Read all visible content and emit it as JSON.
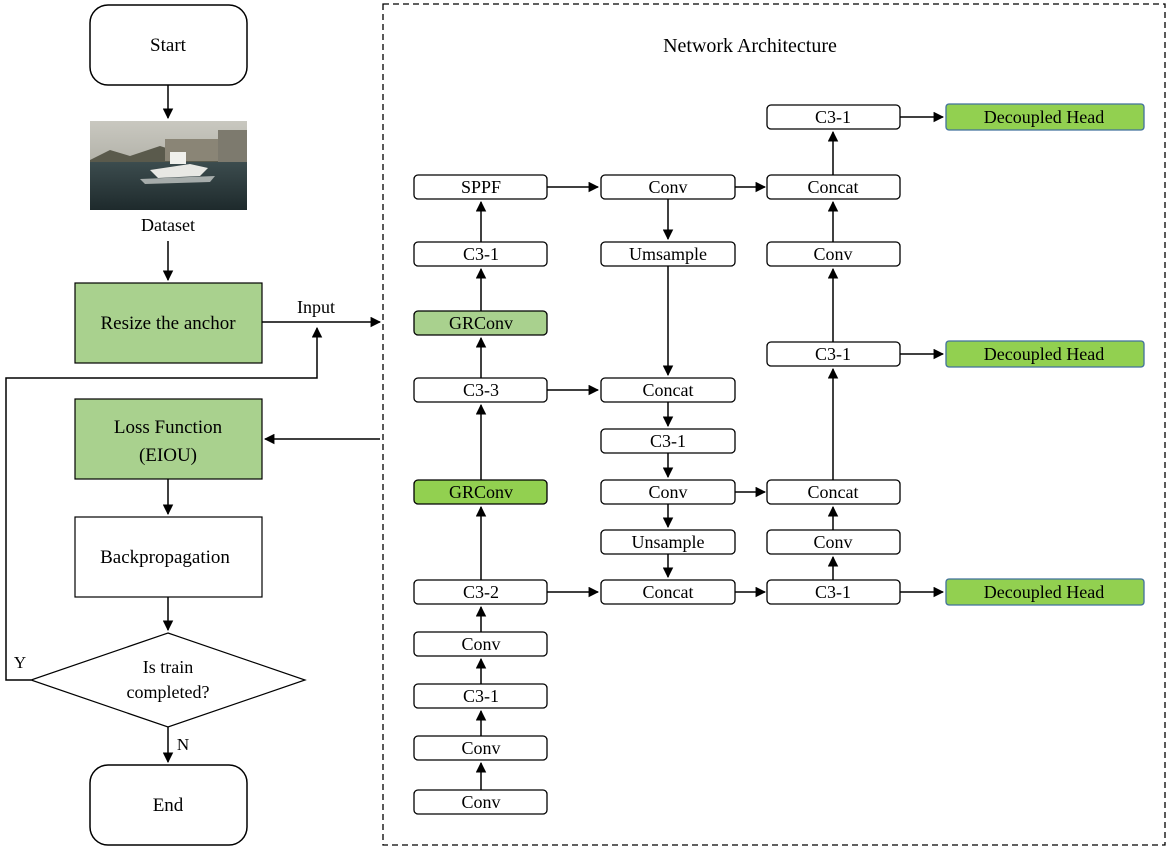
{
  "flowchart": {
    "start": "Start",
    "dataset": "Dataset",
    "resize": "Resize the anchor",
    "input_label": "Input",
    "loss_line1": "Loss Function",
    "loss_line2": "(EIOU)",
    "backprop": "Backpropagation",
    "decision_line1": "Is train",
    "decision_line2": "completed?",
    "yes": "Y",
    "no": "N",
    "end": "End"
  },
  "network": {
    "title": "Network Architecture",
    "backbone": {
      "conv_bottom": "Conv",
      "conv_2": "Conv",
      "c3_1": "C3-1",
      "conv_3": "Conv",
      "c3_2": "C3-2",
      "grconv_low": "GRConv",
      "c3_3": "C3-3",
      "grconv_high": "GRConv",
      "c3_1_top": "C3-1",
      "sppf": "SPPF"
    },
    "neck": {
      "conv_top": "Conv",
      "upsample_1": "Umsample",
      "concat_1": "Concat",
      "c3_1": "C3-1",
      "conv_mid": "Conv",
      "upsample_2": "Unsample",
      "concat_2": "Concat"
    },
    "head": {
      "c3_1_bottom": "C3-1",
      "conv_a": "Conv",
      "concat_a": "Concat",
      "c3_1_mid": "C3-1",
      "conv_b": "Conv",
      "concat_b": "Concat",
      "c3_1_top": "C3-1"
    },
    "outputs": {
      "top": "Decoupled Head",
      "middle": "Decoupled Head",
      "bottom": "Decoupled Head"
    }
  },
  "colors": {
    "green_fill": "#a9d18e",
    "bright_green": "#92d050",
    "head_fill": "#92d050",
    "head_border": "#41719c",
    "stroke": "#000000"
  }
}
